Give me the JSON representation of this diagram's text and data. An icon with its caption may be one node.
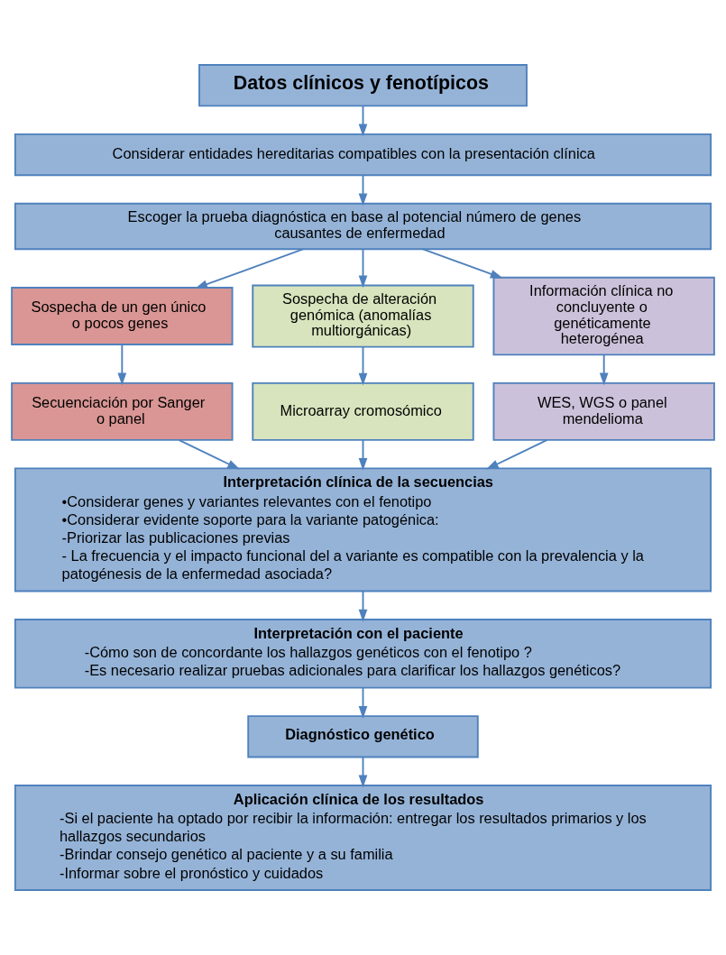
{
  "diagram": {
    "nodes": [
      {
        "text": [
          "Datos clínicos y fenotípicos"
        ]
      },
      {
        "text": [
          "Considerar entidades hereditarias compatibles con la presentación clínica"
        ]
      },
      {
        "text": [
          "Escoger la prueba diagnóstica en base al potencial número de genes causantes de enfermedad"
        ]
      },
      {
        "text": [
          "Sospecha de un gen único o pocos genes"
        ]
      },
      {
        "text": [
          "Sospecha de alteración genómica (anomalías multiorgánicas)"
        ]
      },
      {
        "text": [
          "Información clínica no concluyente o genéticamente heterogénea"
        ]
      },
      {
        "text": [
          "Secuenciación por Sanger o panel"
        ]
      },
      {
        "text": [
          "Microarray cromosómico"
        ]
      },
      {
        "text": [
          "WES, WGS o panel mendelioma"
        ]
      },
      {
        "text": [
          "Interpretación clínica de la secuencias",
          "•Considerar genes y variantes relevantes con el fenotipo",
          "•Considerar evidente soporte para la variante patogénica:",
          "-Priorizar las publicaciones previas",
          "- La frecuencia y el impacto funcional del a variante es compatible con la prevalencia y la patogénesis de la enfermedad asociada?"
        ]
      },
      {
        "text": [
          "Interpretación con el paciente",
          "-Cómo son de concordante los hallazgos genéticos con el fenotipo ?",
          "-Es necesario realizar pruebas adicionales para clarificar los hallazgos genéticos?"
        ]
      },
      {
        "text": [
          "Diagnóstico genético"
        ]
      },
      {
        "text": [
          "Aplicación clínica de los resultados",
          "-Si el paciente ha optado por recibir la información: entregar los resultados primarios y los hallazgos secundarios",
          "-Brindar consejo genético al paciente y a su familia",
          "-Informar sobre el pronóstico y cuidados"
        ]
      }
    ],
    "edges": [
      {
        "from": 0,
        "to": 1,
        "arrow": "to"
      },
      {
        "from": 1,
        "to": 2,
        "arrow": "to"
      },
      {
        "from": 2,
        "to": 3,
        "arrow": "to"
      },
      {
        "from": 2,
        "to": 4,
        "arrow": "to"
      },
      {
        "from": 2,
        "to": 5,
        "arrow": "to"
      },
      {
        "from": 3,
        "to": 6,
        "arrow": "to"
      },
      {
        "from": 4,
        "to": 7,
        "arrow": "to"
      },
      {
        "from": 5,
        "to": 8,
        "arrow": "to"
      },
      {
        "from": 6,
        "to": 9,
        "arrow": "to"
      },
      {
        "from": 7,
        "to": 9,
        "arrow": "to"
      },
      {
        "from": 8,
        "to": 9,
        "arrow": "to"
      },
      {
        "from": 9,
        "to": 10,
        "arrow": "to"
      },
      {
        "from": 10,
        "to": 11,
        "arrow": "to"
      },
      {
        "from": 11,
        "to": 12,
        "arrow": "to"
      }
    ]
  }
}
